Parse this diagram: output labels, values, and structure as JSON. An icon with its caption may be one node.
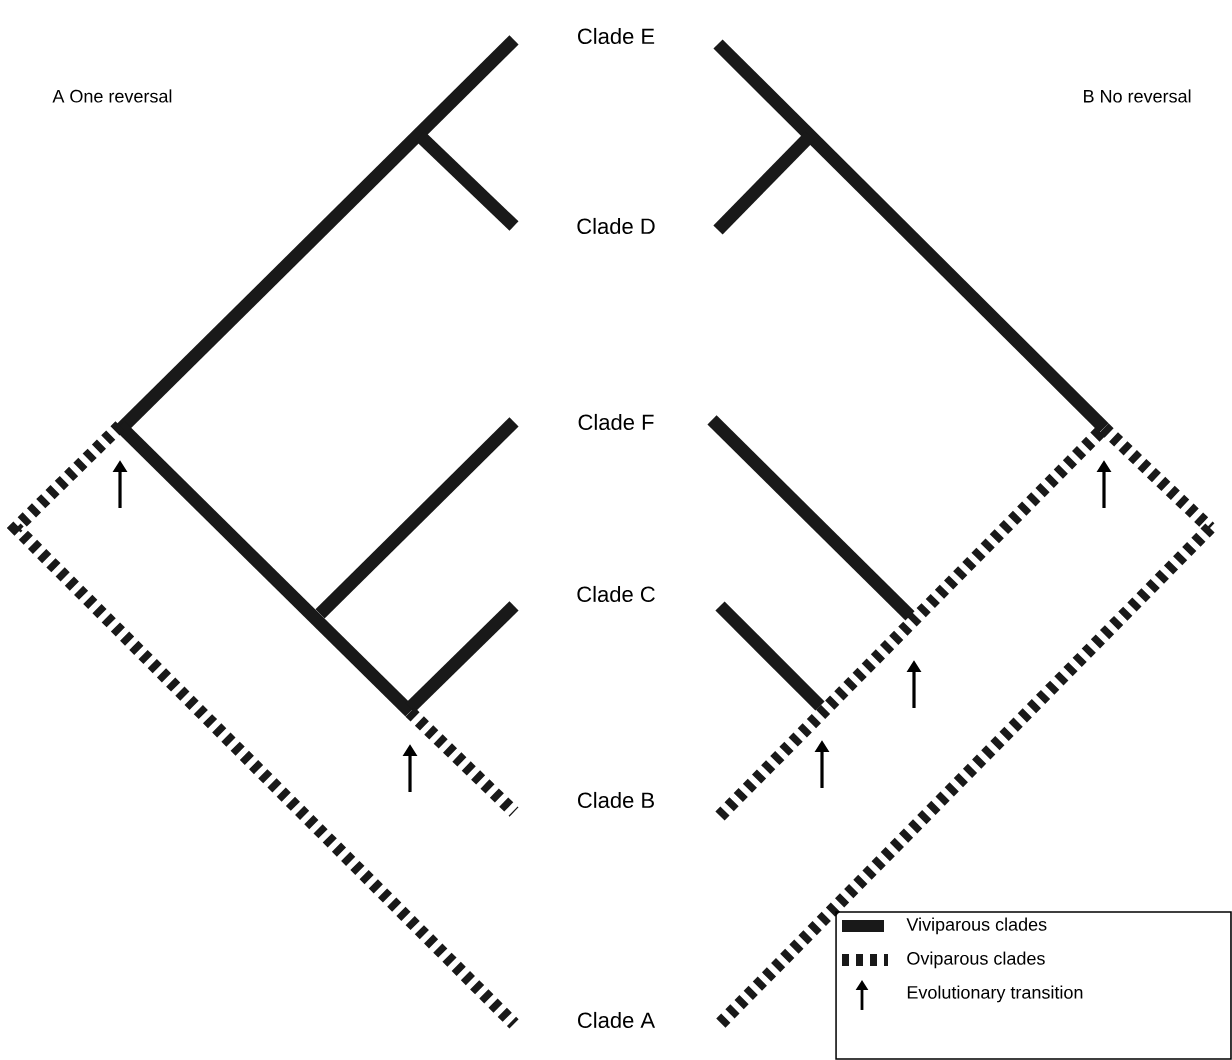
{
  "diagram": {
    "labels": [
      "A One reversal",
      "B No reversal",
      "Clade E",
      "Clade D",
      "Clade F",
      "Clade C",
      "Clade B",
      "Clade A"
    ],
    "legend": [
      {
        "text": "Viviparous clades"
      },
      {
        "text": "Oviparous clades"
      },
      {
        "text": "Evolutionary transition"
      }
    ]
  }
}
